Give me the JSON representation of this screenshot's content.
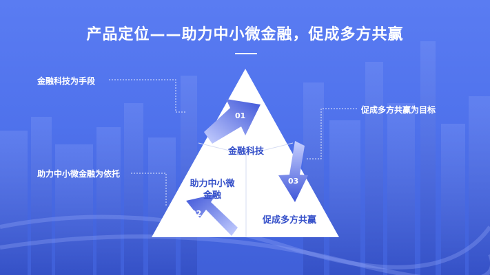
{
  "title": "产品定位——助力中小微金融，促成多方共赢",
  "callouts": {
    "top_left": "金融科技为手段",
    "right": "促成多方共赢为目标",
    "left": "助力中小微金融为依托"
  },
  "triangle": {
    "top": "金融科技",
    "left_line1": "助力中小微",
    "left_line2": "金融",
    "right": "促成多方共赢"
  },
  "arrows": {
    "a1": "01",
    "a2": "02",
    "a3": "03"
  },
  "colors": {
    "background": "#4f72ec",
    "arrow_dark": "#3f56d9",
    "arrow_light": "#9fb0ff",
    "triangle_text": "#3550c9"
  }
}
